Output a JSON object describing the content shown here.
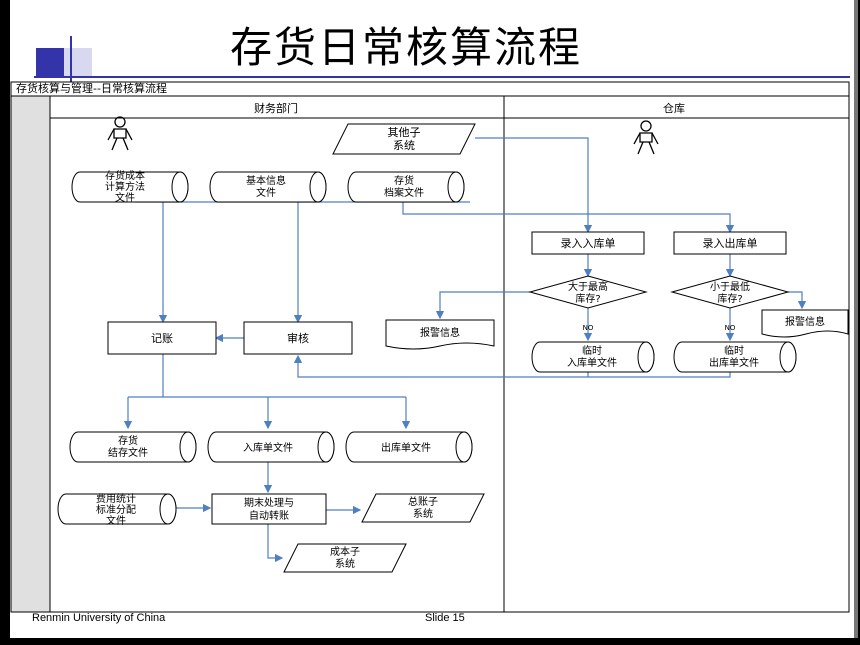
{
  "slide": {
    "title": "存货日常核算流程",
    "footer_left": "Renmin University of China",
    "footer_right": "Slide 15"
  },
  "diagram": {
    "header": "存货核算与管理--日常核算流程",
    "lanes": {
      "finance": "财务部门",
      "warehouse": "仓库"
    },
    "nodes": {
      "other_system": [
        "其他子",
        "系统"
      ],
      "cost_method_file": [
        "存货成本",
        "计算方法",
        "文件"
      ],
      "basic_info_file": [
        "基本信息",
        "文件"
      ],
      "inventory_archive": [
        "存货",
        "档案文件"
      ],
      "inbound_entry": "录入入库单",
      "outbound_entry": "录入出库单",
      "gt_max": [
        "大于最高",
        "库存?"
      ],
      "lt_min": [
        "小于最低",
        "库存?"
      ],
      "no_label": "NO",
      "alert_left": "报警信息",
      "alert_right": "报警信息",
      "temp_inbound": [
        "临时",
        "入库单文件"
      ],
      "temp_outbound": [
        "临时",
        "出库单文件"
      ],
      "bookkeeping": "记账",
      "audit": "审核",
      "ending_stock": [
        "存货",
        "结存文件"
      ],
      "inbound_file": "入库单文件",
      "outbound_file": "出库单文件",
      "expense_file": [
        "费用统计",
        "标准分配",
        "文件"
      ],
      "period_end": [
        "期末处理与",
        "自动转账"
      ],
      "ledger_system": [
        "总账子",
        "系统"
      ],
      "cost_system": [
        "成本子",
        "系统"
      ]
    }
  }
}
